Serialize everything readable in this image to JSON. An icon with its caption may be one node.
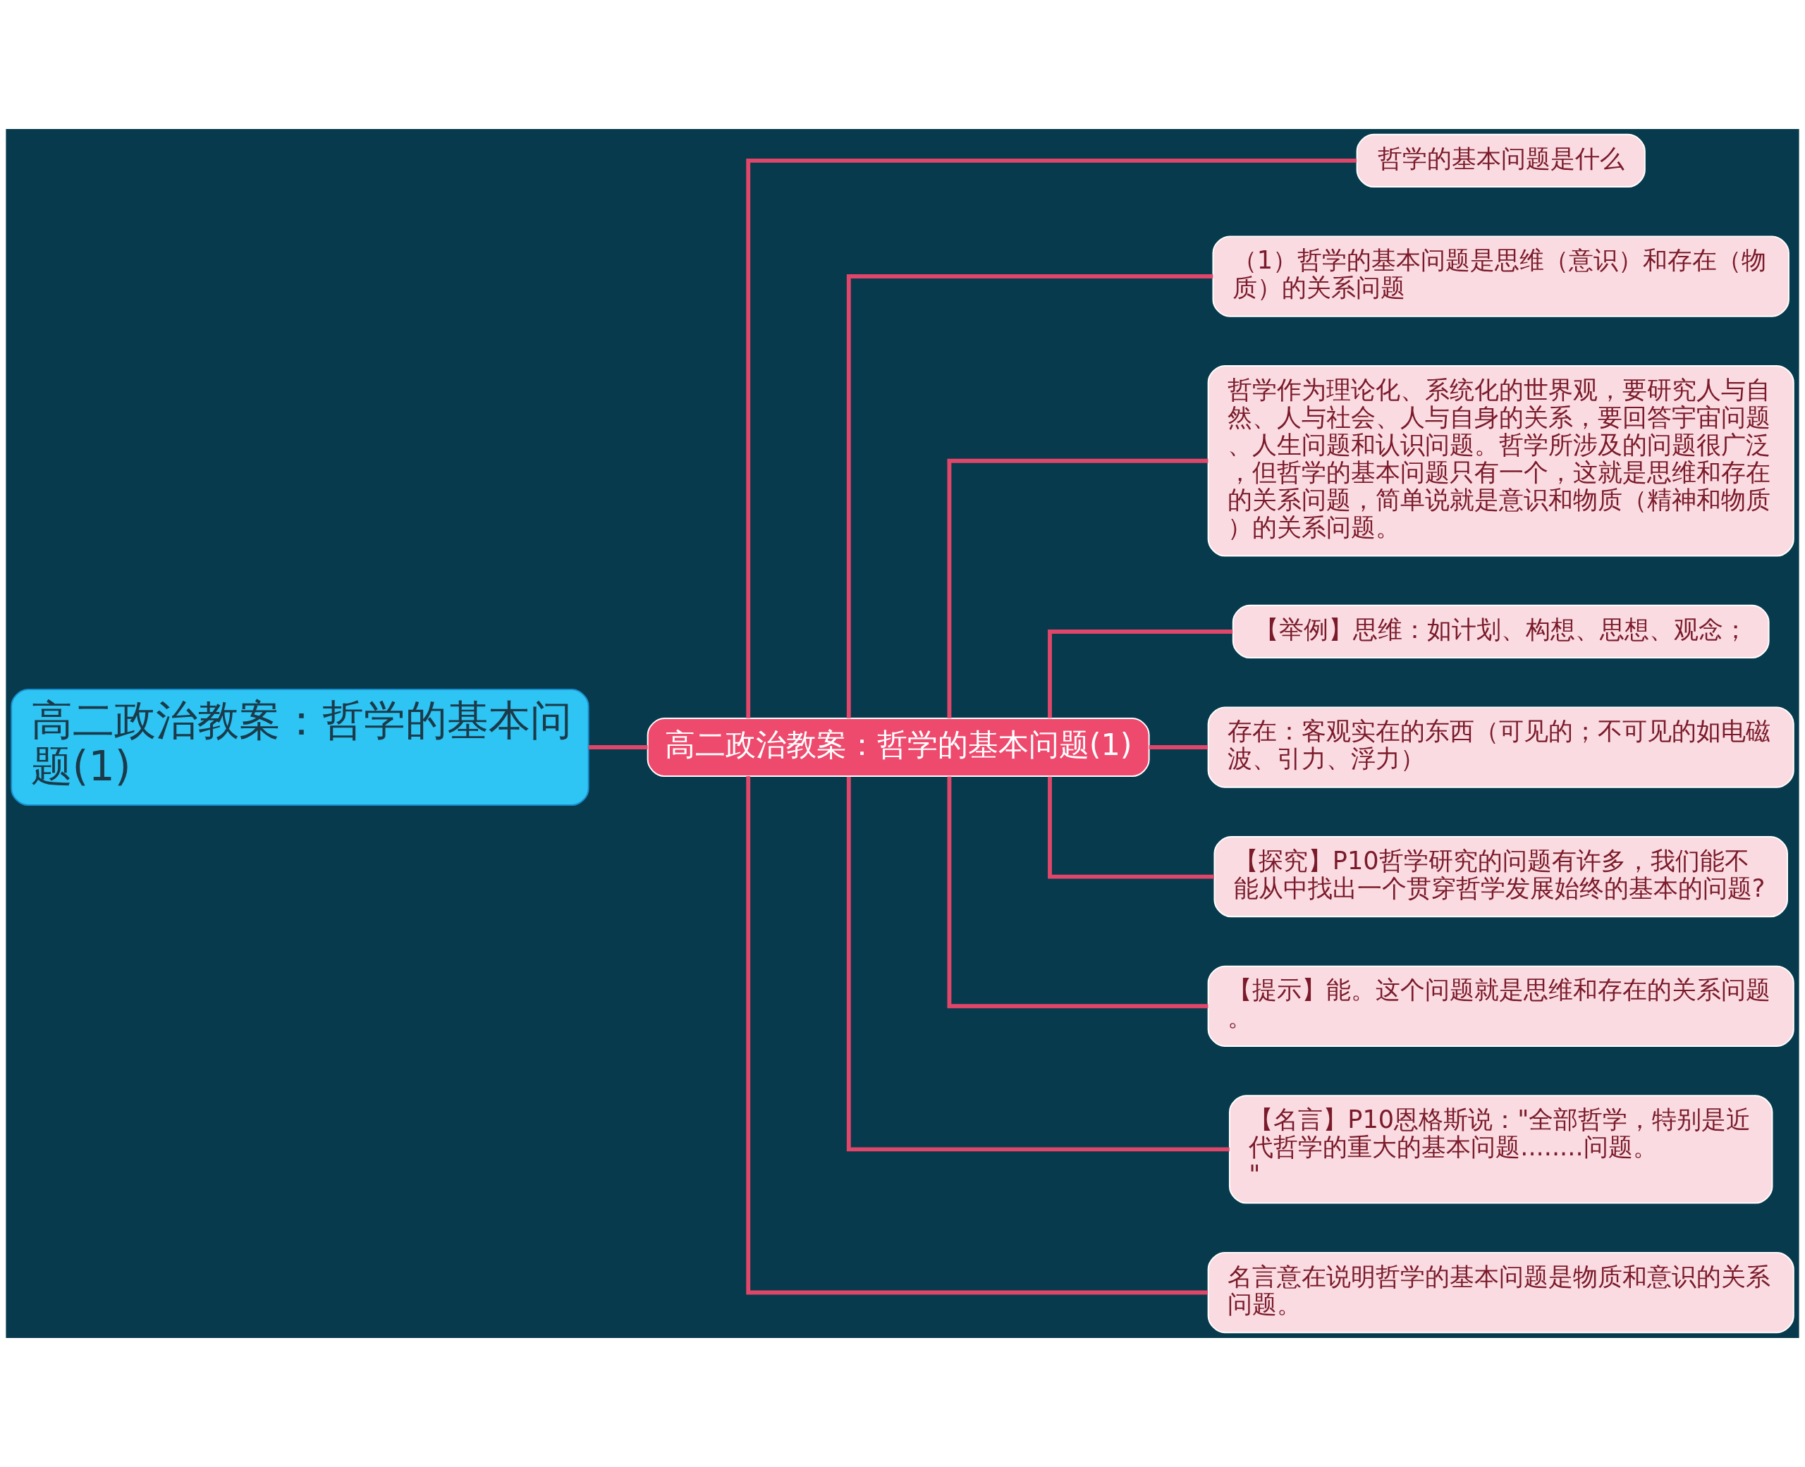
{
  "diagram": {
    "nodes": [
      {
        "text": [
          "高二政治教案：哲学的基本问题(1)"
        ]
      },
      {
        "text": [
          "高二政治教案：哲学的基本问题(1)"
        ]
      },
      {
        "text": [
          "哲学的基本问题是什么"
        ]
      },
      {
        "text": [
          "（1）哲学的基本问题是思维（意识）和存在（物质）的关系问题"
        ]
      },
      {
        "text": [
          "哲学作为理论化、系统化的世界观，要研究人与自然、人与社会、人与自身的关系，要回答宇宙问题、人生问题和认识问题。哲学所涉及的问题很广泛，但哲学的基本问题只有一个，这就是思维和存在的关系问题，简单说就是意识和物质（精神和物质）的关系问题。"
        ]
      },
      {
        "text": [
          "【举例】思维：如计划、构想、思想、观念；"
        ]
      },
      {
        "text": [
          "存在：客观实在的东西（可见的；不可见的如电磁波、引力、浮力）"
        ]
      },
      {
        "text": [
          "【探究】P10哲学研究的问题有许多，我们能不能从中找出一个贯穿哲学发展始终的基本的问题?"
        ]
      },
      {
        "text": [
          "【提示】能。这个问题就是思维和存在的关系问题。"
        ]
      },
      {
        "text": [
          "【名言】P10恩格斯说：\"全部哲学，特别是近代哲学的重大的基本问题........问题。\""
        ]
      },
      {
        "text": [
          "名言意在说明哲学的基本问题是物质和意识的关系问题。"
        ]
      }
    ],
    "edges": [
      {
        "from": 0,
        "to": 1,
        "arrow": "none"
      },
      {
        "from": 1,
        "to": 2,
        "arrow": "none"
      },
      {
        "from": 1,
        "to": 3,
        "arrow": "none"
      },
      {
        "from": 1,
        "to": 4,
        "arrow": "none"
      },
      {
        "from": 1,
        "to": 5,
        "arrow": "none"
      },
      {
        "from": 1,
        "to": 6,
        "arrow": "none"
      },
      {
        "from": 1,
        "to": 7,
        "arrow": "none"
      },
      {
        "from": 1,
        "to": 8,
        "arrow": "none"
      },
      {
        "from": 1,
        "to": 9,
        "arrow": "none"
      },
      {
        "from": 1,
        "to": 10,
        "arrow": "none"
      }
    ]
  }
}
